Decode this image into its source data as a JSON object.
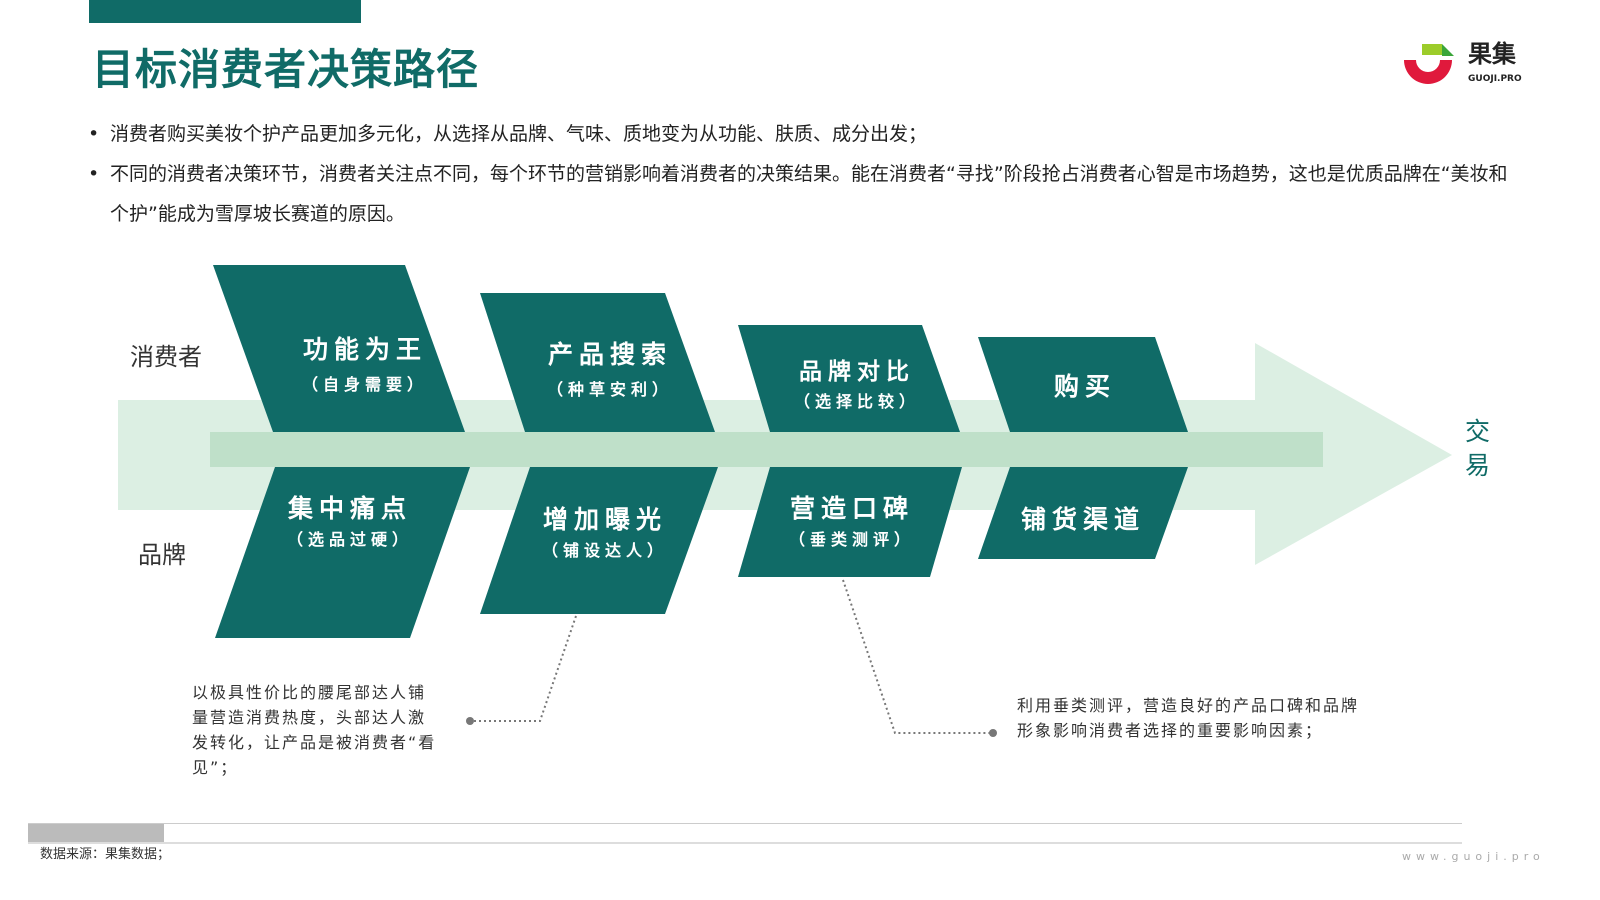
{
  "title": "目标消费者决策路径",
  "bullets": [
    "消费者购买美妆个护产品更加多元化，从选择从品牌、气味、质地变为从功能、肤质、成分出发；",
    "不同的消费者决策环节，消费者关注点不同，每个环节的营销影响着消费者的决策结果。能在消费者“寻找”阶段抢占消费者心智是市场趋势，这也是优质品牌在“美妆和个护”能成为雪厚坡长赛道的原因。"
  ],
  "bullet_mark": "•",
  "labels": {
    "consumer": "消费者",
    "brand": "品牌",
    "deal": "交易"
  },
  "consumer_steps": [
    {
      "title": "功能为王",
      "sub": "（自身需要）"
    },
    {
      "title": "产品搜索",
      "sub": "（种草安利）"
    },
    {
      "title": "品牌对比",
      "sub": "（选择比较）"
    },
    {
      "title": "购买",
      "sub": ""
    }
  ],
  "brand_steps": [
    {
      "title": "集中痛点",
      "sub": "（选品过硬）"
    },
    {
      "title": "增加曝光",
      "sub": "（铺设达人）"
    },
    {
      "title": "营造口碑",
      "sub": "（垂类测评）"
    },
    {
      "title": "铺货渠道",
      "sub": ""
    }
  ],
  "notes": [
    "以极具性价比的腰尾部达人铺量营造消费热度，头部达人激发转化，让产品是被消费者“看见”；",
    "利用垂类测评，营造良好的产品口碑和品牌形象影响消费者选择的重要影响因素；"
  ],
  "logo": {
    "name": "果集",
    "sub": "GUOJI.PRO"
  },
  "footer": {
    "source": "数据来源：果集数据；",
    "url": "www.guoji.pro"
  },
  "colors": {
    "teal": "#106b67",
    "arrow": "#dcefe3",
    "stripe": "#bfe0c9"
  }
}
